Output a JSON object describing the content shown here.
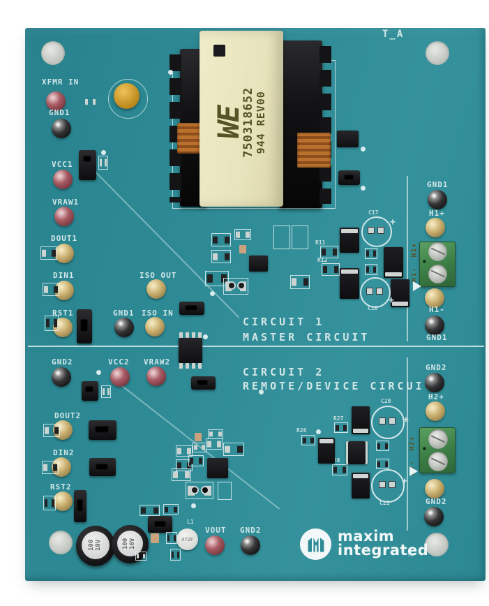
{
  "board": {
    "corner_marking": "T_A",
    "sections": {
      "circuit1_title": "CIRCUIT 1",
      "circuit1_subtitle": "MASTER CIRCUIT",
      "circuit2_title": "CIRCUIT 2",
      "circuit2_subtitle": "REMOTE/DEVICE CIRCUIT"
    }
  },
  "transformer": {
    "vendor_logo": "WE",
    "part_number": "750318652",
    "date_rev_code": "944 REV00"
  },
  "brand": {
    "line1": "maxim",
    "line2": "integrated",
    "trademark": "TM"
  },
  "terminals": {
    "t1_silk": "H1-  H1+",
    "t2_silk": "H2-  H2+"
  },
  "test_points": {
    "c1_left": [
      {
        "label": "XFMR IN",
        "color": "red"
      },
      {
        "label": "GND1",
        "color": "black"
      },
      {
        "label": "VCC1",
        "color": "red"
      },
      {
        "label": "VRAW1",
        "color": "red"
      },
      {
        "label": "DOUT1",
        "color": "yellow"
      },
      {
        "label": "DIN1",
        "color": "yellow"
      },
      {
        "label": "RST1",
        "color": "yellow"
      },
      {
        "label": "GND1",
        "color": "black"
      },
      {
        "label": "ISO OUT",
        "color": "yellow"
      },
      {
        "label": "ISO IN",
        "color": "yellow"
      }
    ],
    "c1_right": [
      {
        "label": "GND1",
        "color": "black"
      },
      {
        "label": "H1+",
        "color": "yellow"
      },
      {
        "label": "H1-",
        "color": "yellow"
      },
      {
        "label": "GND1",
        "color": "black"
      }
    ],
    "c2_left": [
      {
        "label": "GND2",
        "color": "black"
      },
      {
        "label": "VCC2",
        "color": "red"
      },
      {
        "label": "VRAW2",
        "color": "red"
      },
      {
        "label": "DOUT2",
        "color": "yellow"
      },
      {
        "label": "DIN2",
        "color": "yellow"
      },
      {
        "label": "RST2",
        "color": "yellow"
      }
    ],
    "c2_right": [
      {
        "label": "GND2",
        "color": "black"
      },
      {
        "label": "H2+",
        "color": "yellow"
      },
      {
        "label": "GND2",
        "color": "black"
      }
    ],
    "bottom": [
      {
        "label": "VOUT",
        "color": "red"
      },
      {
        "label": "GND2",
        "color": "black"
      }
    ]
  },
  "component_markings": {
    "electrolytic": "100\n10V",
    "inductor": "472F",
    "plus_sign": "+"
  },
  "refdes": {
    "c17": "C17",
    "c18": "C18",
    "c20": "C20",
    "c21": "C21",
    "r11": "R11",
    "r12": "R12",
    "r26": "R26",
    "r27": "R27",
    "r28": "R28",
    "l1": "L1"
  },
  "colors": {
    "board_teal": "#2d8a95",
    "silkscreen": "#d2e6e8",
    "tp_red": "#9a4b54",
    "tp_yellow": "#c9ae6e",
    "tp_black": "#2f2f31",
    "terminal_green": "#3b7d45",
    "transformer_label": "#e9e6c2",
    "background": "#ffffff"
  }
}
